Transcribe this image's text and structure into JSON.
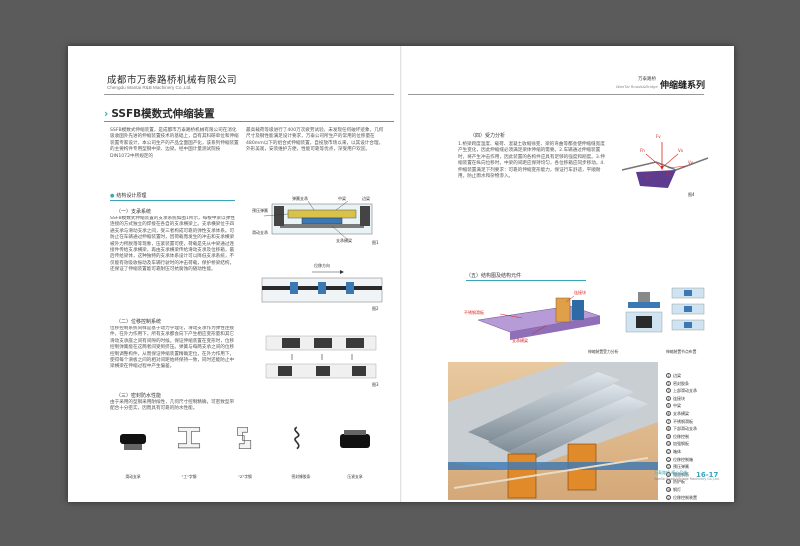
{
  "header": {
    "company": "成都市万泰路桥机械有限公司",
    "company_en": "Chengdu Wantai R&B Machinery Co.,Ltd.",
    "series_small": "万泰路桥",
    "series_en": "WanTai Roads&Bridge",
    "series": "伸缩缝系列"
  },
  "title": "SSFB模数式伸缩装置",
  "intro": {
    "left": "SSFB模数式伸缩装置，是成都市万泰路桥机械有限公司在消化吸收国外先进的伸缩装置技术的基础上，自有其科研单位和伸缩装置专家设计，本公司生产的产品全面国产化，该系列伸缩装置的主要构件专用型钢中梁、边梁。经中国计量测试院按DIN1072中所规定的",
    "right": "最高载荷等级进行了400万次疲劳试验，未发现任何破坏迹象，几何尺寸及钢性能满足设计要求，万泰公司所生产的常用的位移量在480mm以下的组合式伸缩装置，自投放市场以来，以其设计合理，外形美观，安装维护方便，性能可靠等优点，深受用户欢迎。"
  },
  "section1": {
    "heading": "结构设计原理",
    "sub1": "（一）支承系统",
    "sub1_text": "SSFB模数式伸缩装置的支承系统如图1所示，每根中梁以弹性连接的方式独立的焊接在各自的支承横梁上。支承横梁位于四通支承与滑动支承之间，受三者构成可靠的弹性支承体系。可防止在车辆通过伸缩装置时，因荷载而发生的冲击和支承横梁被外力所脱落等现象，压紧装置可使，荷载是先从中梁通过连接件传给支承横梁，再由支承横梁传给滑动支承及位移箱，最后传给梁体，这种独特的支承体系设计可以降低支承系统，不仅能有效吸收振动及车辆行驶时的冲击荷载，保护桥梁结构，还保证了伸缩装置能可靠耐压可抗腐蚀的随动性能。",
    "sub2": "（二）位移控制系统",
    "sub2_text": "位移控制系统同样是基于动力学理论，滑动支承作为弹性连接件，在外力作用下，所有支承都会向下产生相应变形量和其它滑动支承座之间有间隙的时候，保证伸缩装置在变形时，位移控制弹簧能在这两者间受到挤压。弹簧与每两支承之间的位移控制调整构件，从而保证伸缩装置精确定位，在外力作用下，使得每个滑板之间的相对间距始终保持一致，同时还能防止中梁横梁在伸缩过程中产生偏差。",
    "sub3": "（三）密封防水性能",
    "sub3_text": "由于采用的型钢采用耐候性，几何尺寸控制精确，可密致型带配合十分密实，因而具有可靠的防水性能。",
    "fig1_labels": [
      "弹簧支承",
      "中梁",
      "边梁",
      "预压弹簧",
      "滑动支承",
      "支承横梁"
    ],
    "fig1": "图1",
    "fig2_labels": [
      "位移方向"
    ],
    "fig2": "图2",
    "fig3": "图3"
  },
  "profiles": [
    "滑动支承",
    "\"工\"字钢",
    "\"Z\"字钢",
    "密封橡胶条",
    "压紧支承"
  ],
  "force": {
    "heading": "（四）受力分析",
    "text": "1.桥梁跨度温度、载荷、混凝土收缩徐变、梁的弯曲等都会使伸缩缝宽度产生变化，因此伸缩缝必须满足梁体伸缩的需要。2.车辆通过伸缩装置时，将产生冲击作用，因此装置的各构件应具有足够的强度和刚度。3.伸缩装置在纵向位移时，中梁的间距应保持均匀，各位移箱应同步移动。4.伸缩装置满足下列要求：可靠的伸缩变形能力，保证行车舒适，平顺耐用，防止雨水和杂物渗入。",
    "fig4": "图4",
    "vectors": [
      "Fv",
      "Fh",
      "Vx",
      "Vy",
      "Vz",
      "Vs"
    ]
  },
  "struct": {
    "heading": "（五）结构图及结构元件",
    "labels": [
      "连接块",
      "不锈钢滑板",
      "支承横梁"
    ],
    "cap1": "伸缩装置受力分析",
    "cap2": "伸缩装置节点布置"
  },
  "legend": [
    "边梁",
    "密封胶条",
    "上部滑动支承",
    "连接块",
    "中梁",
    "支承横梁",
    "不锈钢滑板",
    "下部滑动支承",
    "位移控制",
    "加强钢板",
    "箱体",
    "位移控制箱",
    "预压弹簧",
    "锚固钢筋",
    "防护板",
    "钢灯",
    "位移控制装置"
  ],
  "footer": {
    "text": "万泰路桥 精心品质",
    "text_en": "WanTai Roads&Bridge Machinery Co.,Ltd.",
    "page": "16-17"
  },
  "colors": {
    "accent": "#3aa5b8",
    "orange": "#e08a2a",
    "red": "#d7261e",
    "purple": "#5d3b8f"
  }
}
